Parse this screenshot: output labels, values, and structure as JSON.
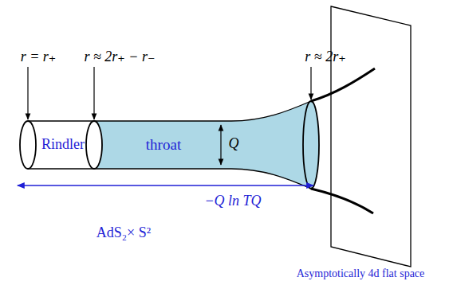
{
  "diagram": {
    "nodes": [
      {
        "text": [
          "Rindler"
        ]
      },
      {
        "text": [
          "throat",
          "Q"
        ]
      }
    ],
    "labels": [
      "r = r₊",
      "r ≈ 2r₊ − r₋",
      "r ≈ 2r₊",
      "−Q ln TQ",
      "AdS₂× S²",
      "Asymptotically 4d flat space"
    ]
  }
}
